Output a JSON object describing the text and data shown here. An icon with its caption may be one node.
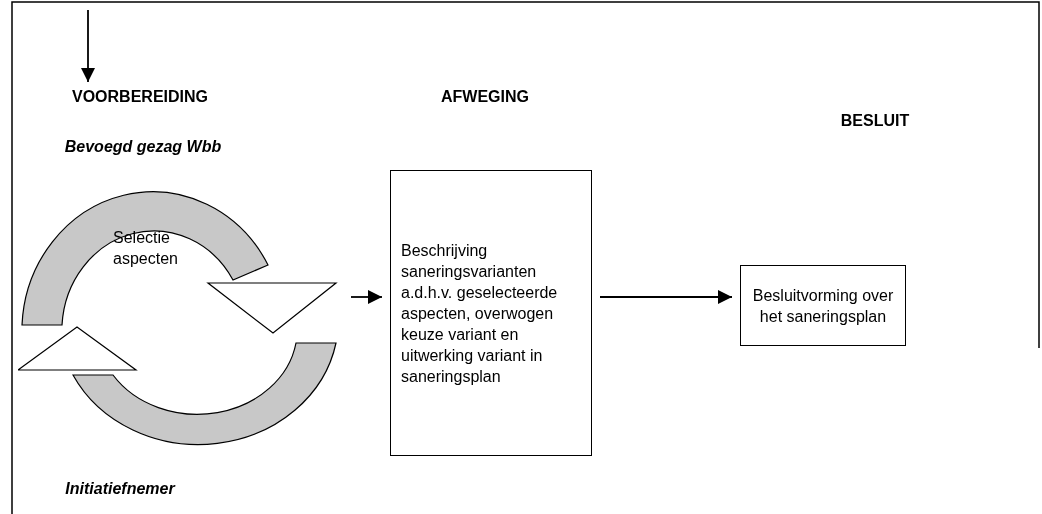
{
  "diagram": {
    "nodes": [
      {
        "text": [
          "VOORBEREIDING"
        ]
      },
      {
        "text": [
          "Selectie aspecten"
        ],
        "beside": [
          "Bevoegd gezag Wbb",
          "Initiatiefnemer"
        ]
      },
      {
        "text": [
          "Beschrijving saneringsvarianten a.d.h.v. geselecteerde aspecten, overwogen keuze variant en uitwerking variant in saneringsplan"
        ]
      },
      {
        "text": [
          "Besluitvorming over het saneringsplan"
        ]
      }
    ],
    "edges": [
      {
        "from": null,
        "to": 0,
        "arrow": "to"
      },
      {
        "from": 1,
        "to": 2,
        "arrow": "to"
      },
      {
        "from": 2,
        "to": 3,
        "arrow": "to"
      }
    ],
    "labels": [
      "AFWEGING",
      "BESLUIT"
    ]
  }
}
